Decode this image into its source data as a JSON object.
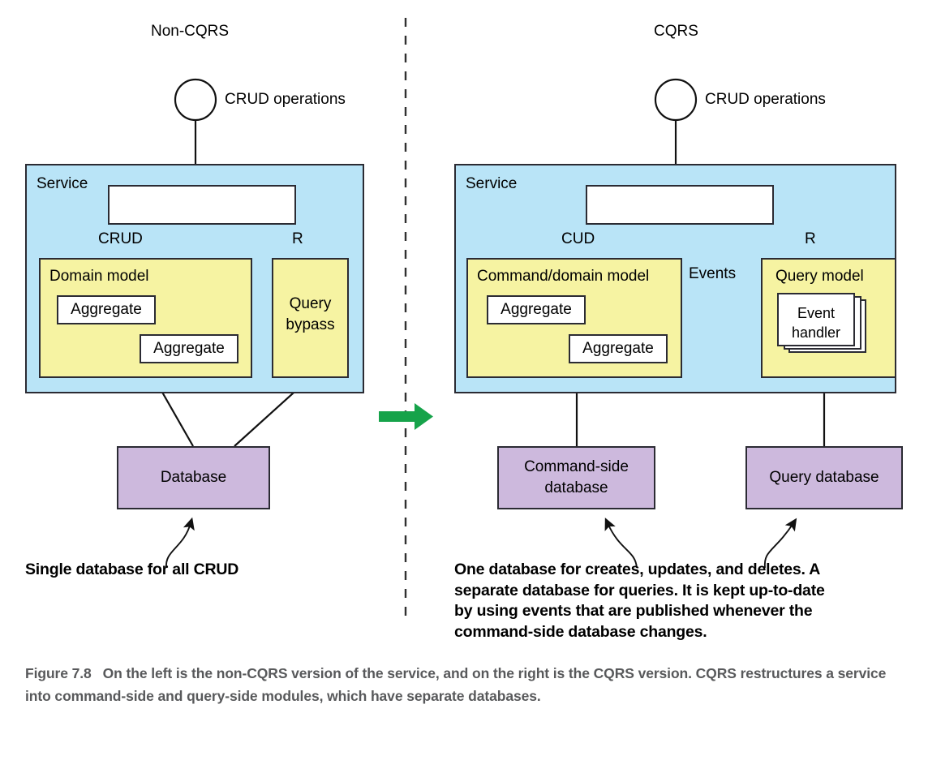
{
  "figure": {
    "columns": {
      "left_title": "Non-CQRS",
      "right_title": "CQRS"
    },
    "caption": {
      "number": "Figure 7.8",
      "text": "On the left is the non-CQRS version of the service, and on the right is the CQRS version. CQRS restructures a service into command-side and query-side modules, which have separate databases."
    },
    "colors": {
      "service_fill": "#b9e4f7",
      "model_fill": "#f6f3a2",
      "database_fill": "#cdb9dd",
      "stroke": "#2b2b33",
      "transform_arrow": "#16a34a",
      "caption_text": "#58595b"
    }
  },
  "left": {
    "interface_label": "CRUD operations",
    "service_label": "Service",
    "api_box_label": "",
    "edge_labels": {
      "to_domain": "CRUD",
      "to_bypass": "R"
    },
    "domain_model": {
      "title": "Domain model",
      "aggregates": [
        "Aggregate",
        "Aggregate"
      ]
    },
    "query_bypass": {
      "line1": "Query",
      "line2": "bypass"
    },
    "database": {
      "label": "Database"
    },
    "annotation": "Single database for all CRUD"
  },
  "right": {
    "interface_label": "CRUD operations",
    "service_label": "Service",
    "api_box_label": "",
    "edge_labels": {
      "to_command": "CUD",
      "to_query": "R"
    },
    "command_model": {
      "title": "Command/domain model",
      "aggregates": [
        "Aggregate",
        "Aggregate"
      ]
    },
    "events_label": "Events",
    "query_model": {
      "title": "Query model",
      "handler_line1": "Event",
      "handler_line2": "handler"
    },
    "command_database": {
      "line1": "Command-side",
      "line2": "database"
    },
    "query_database": {
      "label": "Query database"
    },
    "annotation_lines": [
      "One database for creates, updates, and deletes. A",
      "separate database for queries. It is kept up-to-date",
      "by using events that are published whenever the",
      "command-side database changes."
    ]
  }
}
